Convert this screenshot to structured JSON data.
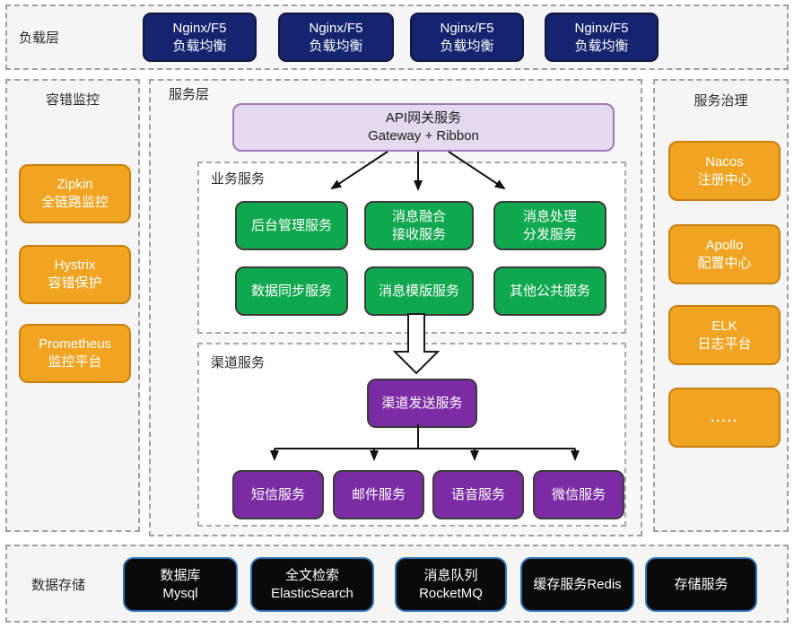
{
  "load_layer": {
    "label": "负载层",
    "nodes": [
      {
        "l1": "Nginx/F5",
        "l2": "负载均衡"
      },
      {
        "l1": "Nginx/F5",
        "l2": "负载均衡"
      },
      {
        "l1": "Nginx/F5",
        "l2": "负载均衡"
      },
      {
        "l1": "Nginx/F5",
        "l2": "负载均衡"
      }
    ]
  },
  "fault_monitoring": {
    "label": "容错监控",
    "nodes": [
      {
        "l1": "Zipkin",
        "l2": "全链路监控"
      },
      {
        "l1": "Hystrix",
        "l2": "容错保护"
      },
      {
        "l1": "Prometheus",
        "l2": "监控平台"
      }
    ]
  },
  "service_layer": {
    "label": "服务层",
    "gateway": {
      "l1": "API网关服务",
      "l2": "Gateway + Ribbon"
    },
    "business_services": {
      "label": "业务服务",
      "nodes": [
        {
          "l1": "后台管理服务",
          "l2": ""
        },
        {
          "l1": "消息融合",
          "l2": "接收服务"
        },
        {
          "l1": "消息处理",
          "l2": "分发服务"
        },
        {
          "l1": "数据同步服务",
          "l2": ""
        },
        {
          "l1": "消息模版服务",
          "l2": ""
        },
        {
          "l1": "其他公共服务",
          "l2": ""
        }
      ]
    },
    "channel_services": {
      "label": "渠道服务",
      "hub": {
        "l1": "渠道发送服务"
      },
      "nodes": [
        {
          "l1": "短信服务"
        },
        {
          "l1": "邮件服务"
        },
        {
          "l1": "语音服务"
        },
        {
          "l1": "微信服务"
        }
      ]
    }
  },
  "service_governance": {
    "label": "服务治理",
    "nodes": [
      {
        "l1": "Nacos",
        "l2": "注册中心"
      },
      {
        "l1": "Apollo",
        "l2": "配置中心"
      },
      {
        "l1": "ELK",
        "l2": "日志平台"
      },
      {
        "l1": ".....",
        "l2": ""
      }
    ]
  },
  "data_storage": {
    "label": "数据存储",
    "nodes": [
      {
        "l1": "数据库",
        "l2": "Mysql"
      },
      {
        "l1": "全文检索",
        "l2": "ElasticSearch"
      },
      {
        "l1": "消息队列",
        "l2": "RocketMQ"
      },
      {
        "l1": "缓存服务Redis",
        "l2": ""
      },
      {
        "l1": "存储服务",
        "l2": ""
      }
    ]
  },
  "colors": {
    "load_node": "#14246E",
    "monitor_node": "#F0A422",
    "business_node": "#10A84E",
    "channel_node": "#7B2CA5",
    "gateway_fill": "#E4D9ED",
    "gateway_border": "#9C7BB9",
    "storage_fill": "#0A0A0A",
    "storage_border": "#2E75B6",
    "arrow": "#111111"
  }
}
